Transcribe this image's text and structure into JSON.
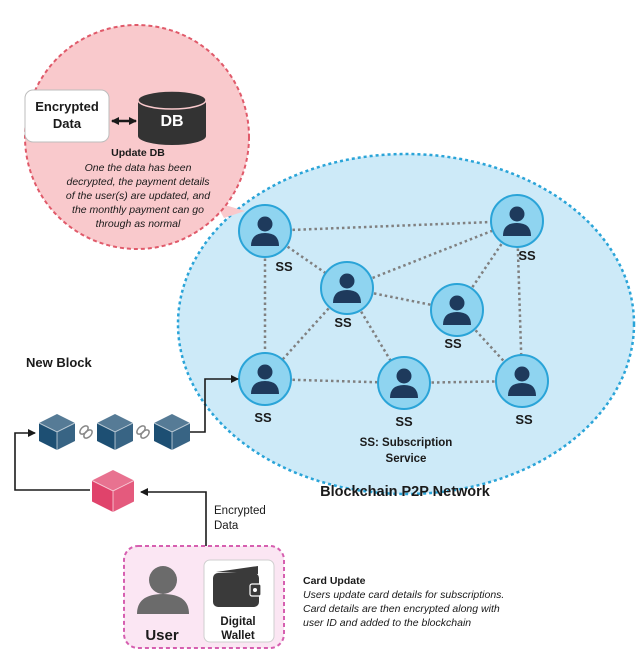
{
  "colors": {
    "network_fill": "#cdeaf8",
    "network_border": "#2aa4d8",
    "node_fill": "#8fd4f0",
    "node_ring": "#2aa4d8",
    "person_icon": "#1e3a5c",
    "cube": "#1d4f73",
    "cube_new": "#e0436b",
    "db_bubble_fill": "#f9c9cc",
    "db_bubble_border": "#e05a6a",
    "user_box_fill": "#fbe6f3",
    "user_box_border": "#d65fb0",
    "db_cylinder": "#333333",
    "link_dots": "#808080"
  },
  "db_bubble": {
    "encrypted_data_line1": "Encrypted",
    "encrypted_data_line2": "Data",
    "db_label": "DB",
    "title": "Update DB",
    "desc_line1": "One the data has been",
    "desc_line2": "decrypted, the payment details",
    "desc_line3": "of the user(s) are updated, and",
    "desc_line4": "the monthly payment can go",
    "desc_line5": "through as normal"
  },
  "network": {
    "node_label": "SS",
    "legend_line1": "SS: Subscription",
    "legend_line2": "Service",
    "title": "Blockchain P2P Network"
  },
  "chain": {
    "new_block_label": "New Block"
  },
  "flow": {
    "encrypted_line1": "Encrypted",
    "encrypted_line2": "Data"
  },
  "user_box": {
    "user_label": "User",
    "wallet_line1": "Digital",
    "wallet_line2": "Wallet"
  },
  "card_update": {
    "title": "Card Update",
    "line1": "Users update card details for subscriptions.",
    "line2": "Card details are then encrypted along with",
    "line3": "user ID and added to the blockchain"
  }
}
